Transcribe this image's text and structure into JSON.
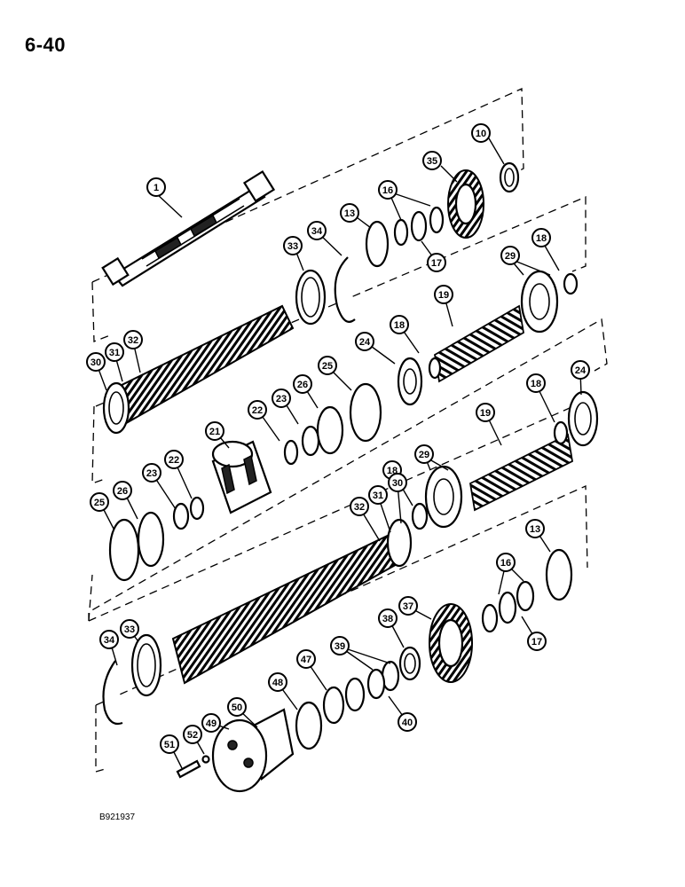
{
  "page_number": "6-40",
  "figure_code": "B921937",
  "callouts": [
    {
      "id": "c1",
      "label": "1"
    },
    {
      "id": "c10",
      "label": "10"
    },
    {
      "id": "c35",
      "label": "35"
    },
    {
      "id": "c16a",
      "label": "16"
    },
    {
      "id": "c13a",
      "label": "13"
    },
    {
      "id": "c34a",
      "label": "34"
    },
    {
      "id": "c33a",
      "label": "33"
    },
    {
      "id": "c17a",
      "label": "17"
    },
    {
      "id": "c18a",
      "label": "18"
    },
    {
      "id": "c29a",
      "label": "29"
    },
    {
      "id": "c19a",
      "label": "19"
    },
    {
      "id": "c18b",
      "label": "18"
    },
    {
      "id": "c24a",
      "label": "24"
    },
    {
      "id": "c30a",
      "label": "30"
    },
    {
      "id": "c31a",
      "label": "31"
    },
    {
      "id": "c32a",
      "label": "32"
    },
    {
      "id": "c25a",
      "label": "25"
    },
    {
      "id": "c26a",
      "label": "26"
    },
    {
      "id": "c23a",
      "label": "23"
    },
    {
      "id": "c22a",
      "label": "22"
    },
    {
      "id": "c21",
      "label": "21"
    },
    {
      "id": "c24b",
      "label": "24"
    },
    {
      "id": "c18c",
      "label": "18"
    },
    {
      "id": "c19b",
      "label": "19"
    },
    {
      "id": "c23b",
      "label": "23"
    },
    {
      "id": "c22b",
      "label": "22"
    },
    {
      "id": "c25b",
      "label": "25"
    },
    {
      "id": "c26b",
      "label": "26"
    },
    {
      "id": "c18d",
      "label": "18"
    },
    {
      "id": "c29b",
      "label": "29"
    },
    {
      "id": "c30b",
      "label": "30"
    },
    {
      "id": "c31b",
      "label": "31"
    },
    {
      "id": "c32b",
      "label": "32"
    },
    {
      "id": "c13b",
      "label": "13"
    },
    {
      "id": "c16b",
      "label": "16"
    },
    {
      "id": "c17b",
      "label": "17"
    },
    {
      "id": "c37",
      "label": "37"
    },
    {
      "id": "c38",
      "label": "38"
    },
    {
      "id": "c39",
      "label": "39"
    },
    {
      "id": "c40",
      "label": "40"
    },
    {
      "id": "c47",
      "label": "47"
    },
    {
      "id": "c48",
      "label": "48"
    },
    {
      "id": "c34b",
      "label": "34"
    },
    {
      "id": "c33b",
      "label": "33"
    },
    {
      "id": "c50",
      "label": "50"
    },
    {
      "id": "c49",
      "label": "49"
    },
    {
      "id": "c52",
      "label": "52"
    },
    {
      "id": "c51",
      "label": "51"
    }
  ]
}
